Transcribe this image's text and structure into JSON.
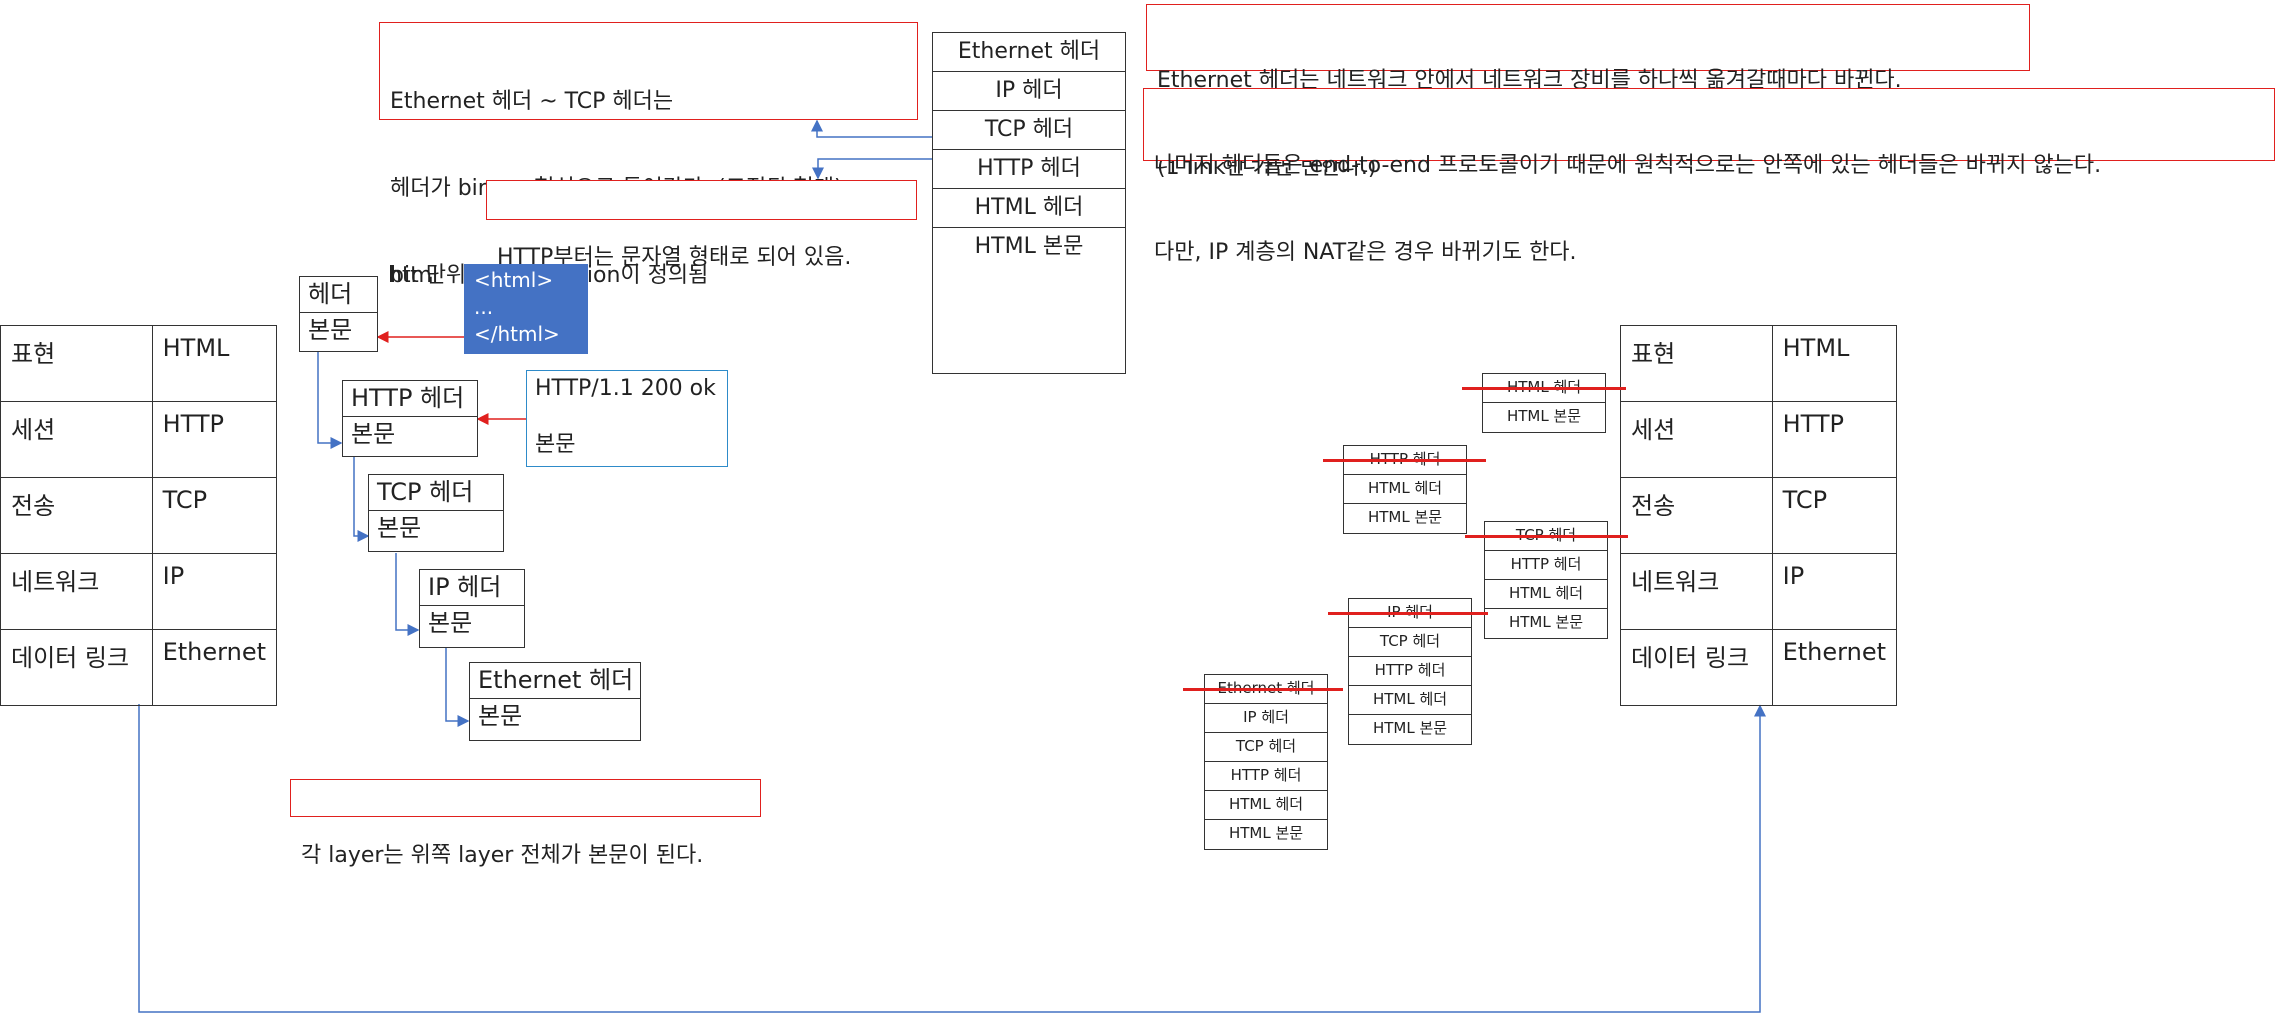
{
  "notes": {
    "binary": [
      "Ethernet 헤더 ~ TCP 헤더는",
      "헤더가 binary 형식으로 들어간다. (고정된 형태)",
      "bit 단위로 information이 정의됨"
    ],
    "string": "HTTP부터는 문자열 형태로 되어 있음.",
    "ethernet_change": [
      "Ethernet 헤더는 네트워크 안에서 네트워크 장비를 하나씩 옮겨갈때마다 바뀐다.",
      "(1 link만 가면 변한다.)"
    ],
    "end_to_end": [
      "나머지 헤더들은 end-to-end 프로토콜이기 때문에 원칙적으로는 안쪽에 있는 헤더들은 바뀌지 않는다.",
      "다만, IP 계층의 NAT같은 경우 바뀌기도 한다."
    ],
    "layer_body": "각 layer는 위쪽 layer 전체가 본문이 된다."
  },
  "header_stack": [
    "Ethernet 헤더",
    "IP 헤더",
    "TCP 헤더",
    "HTTP 헤더",
    "HTML 헤더",
    "HTML 본문"
  ],
  "layer_table": [
    {
      "layer": "표현",
      "protocol": "HTML"
    },
    {
      "layer": "세션",
      "protocol": "HTTP"
    },
    {
      "layer": "전송",
      "protocol": "TCP"
    },
    {
      "layer": "네트워크",
      "protocol": "IP"
    },
    {
      "layer": "데이터 링크",
      "protocol": "Ethernet"
    }
  ],
  "encapsulation": {
    "html_label": "html",
    "html_code": [
      "<html>",
      "...",
      "</html>"
    ],
    "http_example": [
      "HTTP/1.1 200 ok",
      "",
      "본문"
    ],
    "packets": [
      {
        "header": "헤더",
        "body": "본문"
      },
      {
        "header": "HTTP 헤더",
        "body": "본문"
      },
      {
        "header": "TCP 헤더",
        "body": "본문"
      },
      {
        "header": "IP 헤더",
        "body": "본문"
      },
      {
        "header": "Ethernet 헤더",
        "body": "본문"
      }
    ]
  },
  "decapsulation": {
    "stack_ethernet": [
      "Ethernet 헤더",
      "IP 헤더",
      "TCP 헤더",
      "HTTP 헤더",
      "HTML 헤더",
      "HTML 본문"
    ],
    "stack_ip": [
      "IP 헤더",
      "TCP 헤더",
      "HTTP 헤더",
      "HTML 헤더",
      "HTML 본문"
    ],
    "stack_tcp": [
      "TCP 헤더",
      "HTTP 헤더",
      "HTML 헤더",
      "HTML 본문"
    ],
    "stack_http": [
      "HTTP 헤더",
      "HTML 헤더",
      "HTML 본문"
    ],
    "stack_html": [
      "HTML 헤더",
      "HTML 본문"
    ]
  },
  "colors": {
    "note_border": "#e0201e",
    "strike": "#e0201e",
    "arrow_blue": "#4472c4",
    "arrow_red": "#e0201e",
    "code_bg": "#4472c4",
    "http_box_border": "#2e8bc9"
  }
}
